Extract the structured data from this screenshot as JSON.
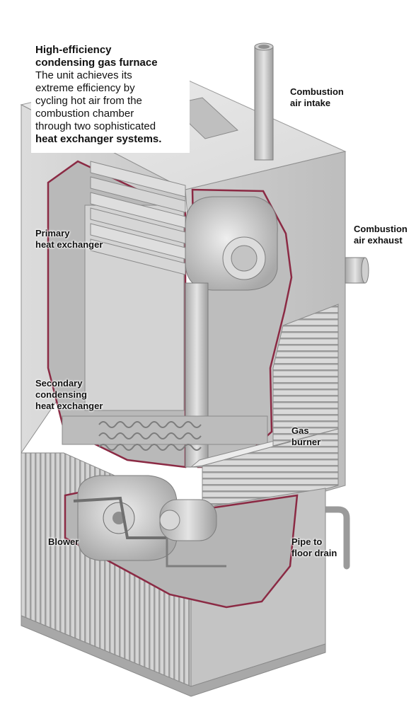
{
  "intro": {
    "title_line1": "High-efficiency",
    "title_line2": "condensing gas furnace",
    "body_line1": "The unit achieves its",
    "body_line2": "extreme efficiency by",
    "body_line3": "cycling hot air from the",
    "body_line4": "combustion chamber",
    "body_line5": "through two sophisticated",
    "body_bold": "heat exchanger systems."
  },
  "labels": {
    "combustion_air_intake": [
      "Combustion",
      "air intake"
    ],
    "combustion_air_exhaust": [
      "Combustion",
      "air exhaust"
    ],
    "primary_heat_exchanger": [
      "Primary",
      "heat exchanger"
    ],
    "secondary_condensing_heat_exchanger": [
      "Secondary",
      "condensing",
      "heat exchanger"
    ],
    "gas_burner": [
      "Gas",
      "burner"
    ],
    "blower": [
      "Blower"
    ],
    "pipe_to_floor_drain": [
      "Pipe to",
      "floor drain"
    ]
  },
  "colors": {
    "casing_light": "#e6e6e6",
    "casing_mid": "#c9c9c9",
    "casing_dark": "#a9a9a9",
    "cutaway_edge": "#8b2a44"
  }
}
